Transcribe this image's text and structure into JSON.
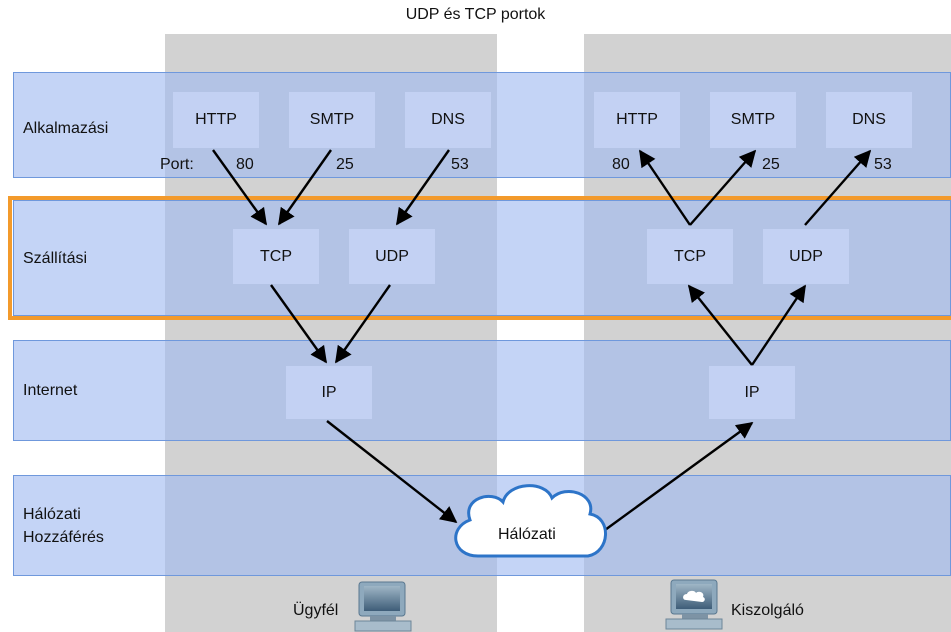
{
  "title": "UDP és TCP portok",
  "layers": {
    "application": "Alkalmazási",
    "transport": "Szállítási",
    "internet": "Internet",
    "network_access_line1": "Hálózati",
    "network_access_line2": "Hozzáférés"
  },
  "client": {
    "label": "Ügyfél",
    "port_label": "Port:",
    "apps": [
      "HTTP",
      "SMTP",
      "DNS"
    ],
    "ports": [
      "80",
      "25",
      "53"
    ],
    "transport": [
      "TCP",
      "UDP"
    ],
    "ip": "IP"
  },
  "server": {
    "label": "Kiszolgáló",
    "apps": [
      "HTTP",
      "SMTP",
      "DNS"
    ],
    "ports": [
      "80",
      "25",
      "53"
    ],
    "transport": [
      "TCP",
      "UDP"
    ],
    "ip": "IP"
  },
  "network": "Hálózati",
  "colors": {
    "highlight": "#f39a2b",
    "band": "#a0b9f0",
    "column": "#d2d2d2"
  }
}
